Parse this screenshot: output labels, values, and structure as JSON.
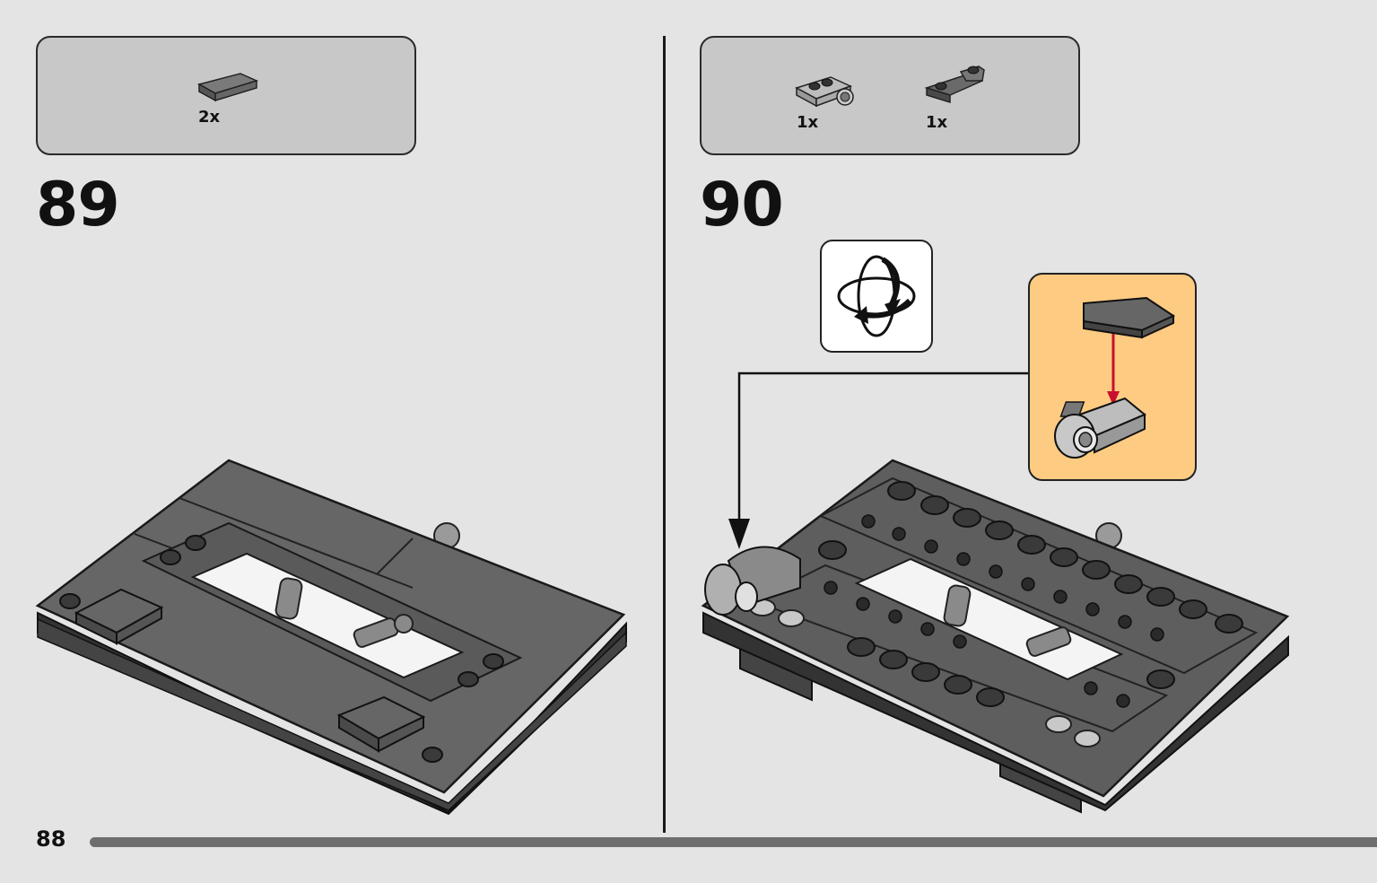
{
  "page": {
    "number": "88"
  },
  "steps": [
    {
      "number": "89",
      "parts": [
        {
          "qty": "2x",
          "icon": "dark-grey-tile-1x2-icon"
        }
      ]
    },
    {
      "number": "90",
      "parts": [
        {
          "qty": "1x",
          "icon": "light-grey-plate-with-pin-hole-icon"
        },
        {
          "qty": "1x",
          "icon": "dark-grey-curved-slope-icon"
        }
      ],
      "rotate_icon": "rotate-model-icon",
      "callout_icon": "sub-assembly-callout-icon"
    }
  ],
  "colors": {
    "background": "#e4e4e4",
    "parts_box": "#c8c8c8",
    "callout": "#fecb82",
    "dark_grey": "#5f5f5f",
    "light_grey": "#a8a8a8",
    "arrow_red": "#c8102e"
  }
}
